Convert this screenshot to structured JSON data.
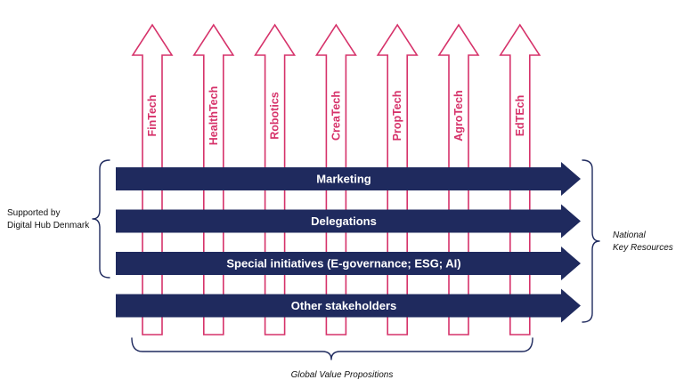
{
  "vertical_pillars": [
    {
      "label": "FinTech"
    },
    {
      "label": "HealthTech"
    },
    {
      "label": "Robotics"
    },
    {
      "label": "CreaTech"
    },
    {
      "label": "PropTech"
    },
    {
      "label": "AgroTech"
    },
    {
      "label": "EdTEch"
    }
  ],
  "horizontal_bars": [
    {
      "label": "Marketing"
    },
    {
      "label": "Delegations"
    },
    {
      "label": "Special initiatives (E-governance; ESG; AI)"
    },
    {
      "label": "Other stakeholders"
    }
  ],
  "left_brace_label": {
    "line1": "Supported by",
    "line2": "Digital Hub Denmark"
  },
  "right_brace_label": {
    "line1": "National",
    "line2": "Key Resources"
  },
  "bottom_brace_label": "Global Value Propositions",
  "colors": {
    "pillar": "#d6326a",
    "bar": "#1f2a5e",
    "brace": "#1f2a5e"
  }
}
